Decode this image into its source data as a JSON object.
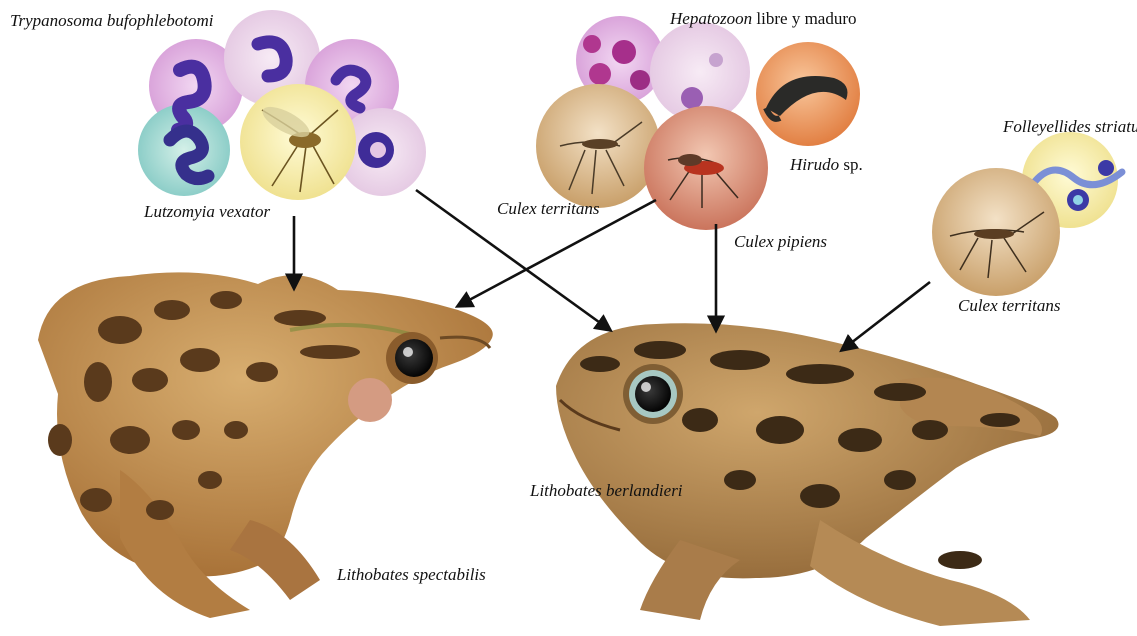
{
  "labels": {
    "trypanosoma": "Trypanosoma bufophlebotomi",
    "hepatozoon_genus": "Hepatozoon",
    "hepatozoon_rest": " libre y maduro",
    "folleyellides": "Folleyellides striatus",
    "lutzomyia": "Lutzomyia vexator",
    "culex_territans_left": "Culex territans",
    "hirudo_genus": "Hirudo",
    "hirudo_rest": " sp.",
    "culex_pipiens": "Culex pipiens",
    "culex_territans_right": "Culex territans",
    "berlandieri": "Lithobates berlandieri",
    "spectabilis": "Lithobates spectabilis"
  },
  "colors": {
    "frog_body": "#b8864b",
    "frog_spots": "#5a3a1c",
    "parasite_purple": "#5b3fa8",
    "cell_pink": "#d49ad8",
    "leech": "#2a2a28",
    "arrow": "#111111"
  }
}
